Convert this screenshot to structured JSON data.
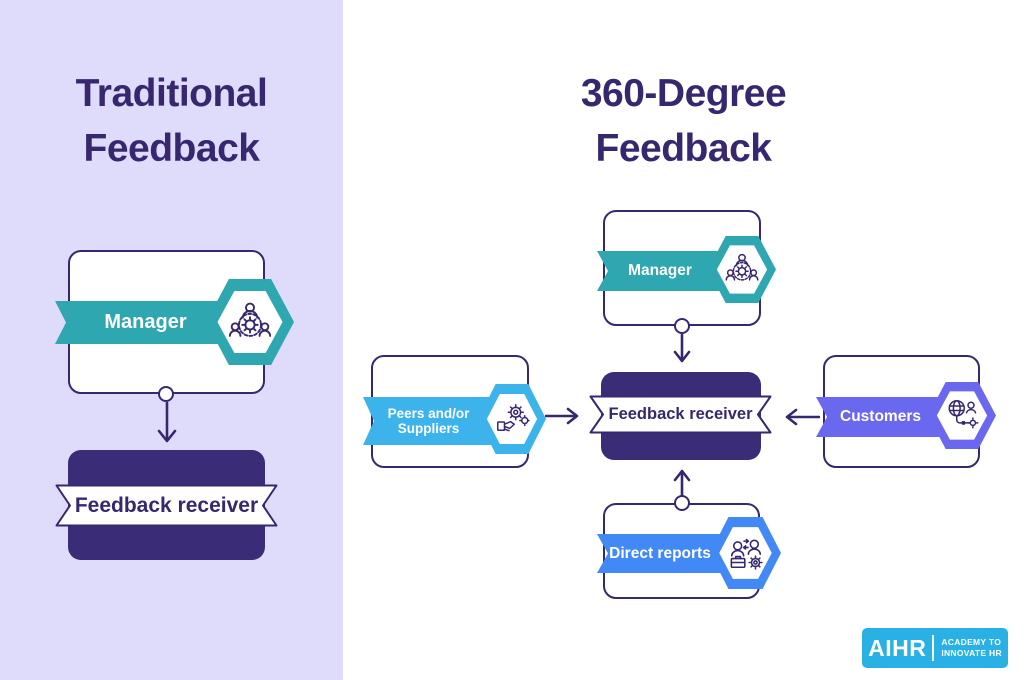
{
  "left_panel": {
    "title_line1": "Traditional",
    "title_line2": "Feedback",
    "manager_label": "Manager",
    "receiver_label": "Feedback receiver"
  },
  "right_panel": {
    "title_line1": "360-Degree",
    "title_line2": "Feedback",
    "manager": {
      "label": "Manager"
    },
    "peers": {
      "label": "Peers and/or Suppliers",
      "line1": "Peers and/or",
      "line2": "Suppliers"
    },
    "customers": {
      "label": "Customers"
    },
    "direct_reports": {
      "label": "Direct reports"
    },
    "receiver": {
      "label": "Feedback receiver"
    }
  },
  "logo": {
    "brand": "AIHR",
    "tagline_line1": "ACADEMY TO",
    "tagline_line2": "INNOVATE HR"
  },
  "icons": {
    "manager": "team-gear-icon",
    "peers": "gears-handshake-icon",
    "customers": "globe-network-icon",
    "direct_reports": "people-exchange-icon"
  },
  "colors": {
    "panel_bg": "#dedcfa",
    "dark_purple": "#37276f",
    "solid_box": "#3b2c77",
    "teal": "#2fa7b1",
    "sky_blue": "#3cb3ea",
    "indigo": "#6b68f0",
    "blue": "#4289f5",
    "logo_blue": "#29b1e6",
    "white": "#ffffff"
  }
}
